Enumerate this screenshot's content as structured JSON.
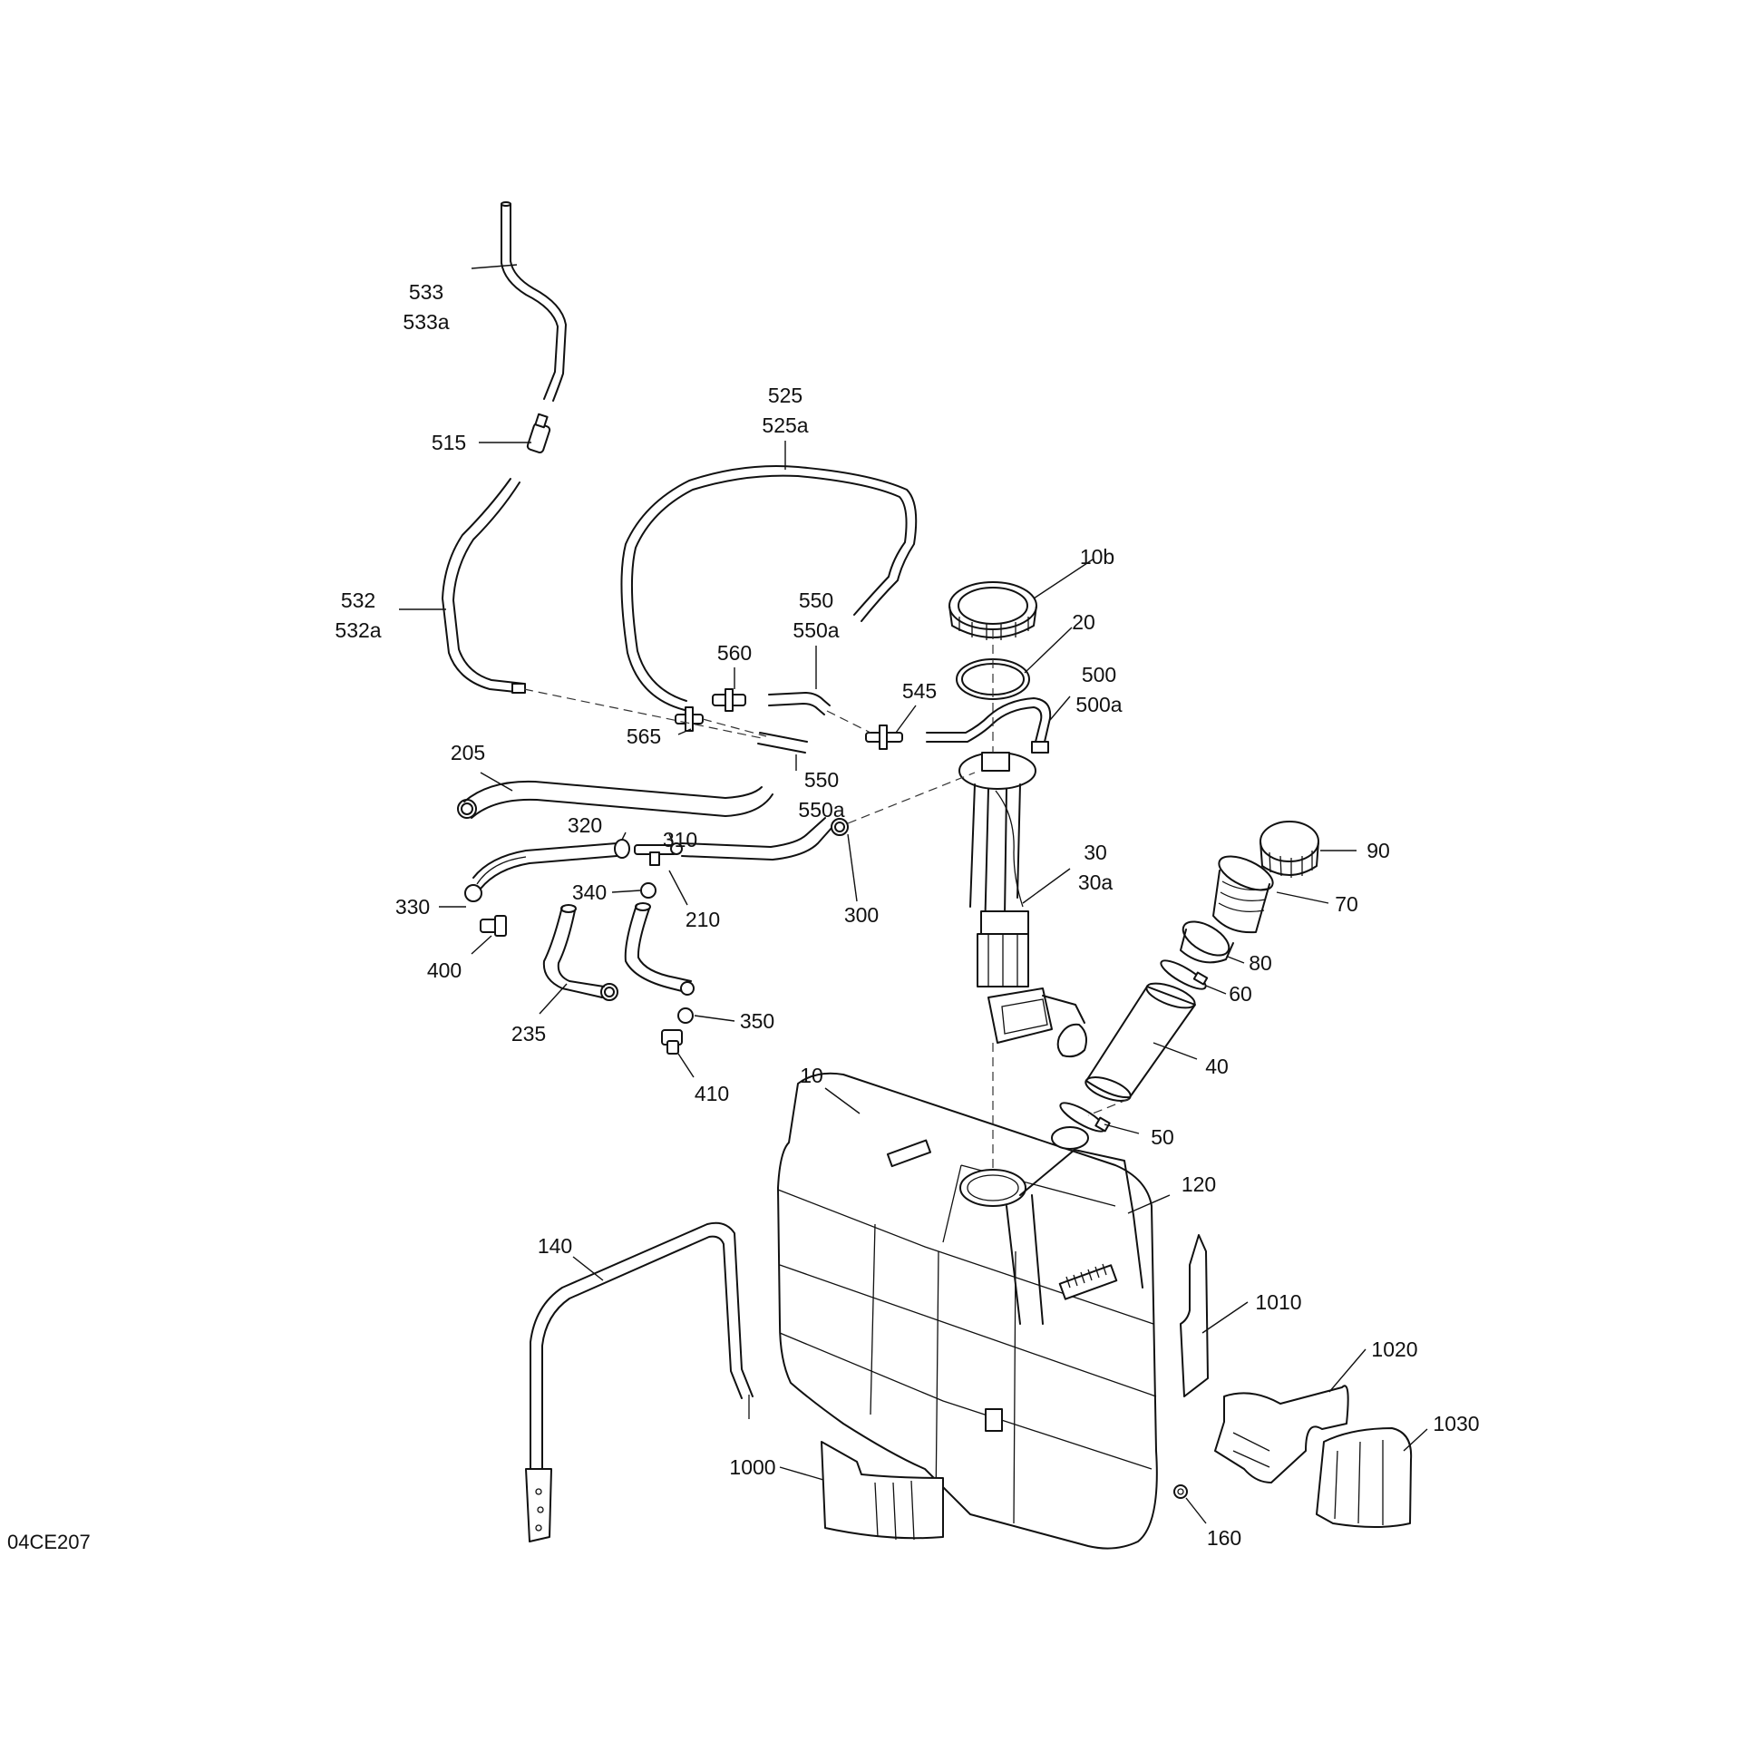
{
  "diagram_code": "04CE207",
  "callouts": {
    "p533": "533",
    "p533a": "533a",
    "p515": "515",
    "p532": "532",
    "p532a": "532a",
    "p525": "525",
    "p525a": "525a",
    "p550_top": "550",
    "p550a_top": "550a",
    "p560": "560",
    "p565": "565",
    "p545": "545",
    "p550_bot": "550",
    "p550a_bot": "550a",
    "p205": "205",
    "p10b": "10b",
    "p20": "20",
    "p500": "500",
    "p500a": "500a",
    "p320": "320",
    "p310": "310",
    "p330": "330",
    "p340": "340",
    "p210": "210",
    "p300": "300",
    "p400": "400",
    "p30": "30",
    "p30a": "30a",
    "p90": "90",
    "p70": "70",
    "p80": "80",
    "p60": "60",
    "p235": "235",
    "p350": "350",
    "p410": "410",
    "p40": "40",
    "p10": "10",
    "p50": "50",
    "p120": "120",
    "p140": "140",
    "p1010": "1010",
    "p1020": "1020",
    "p1030": "1030",
    "p1000": "1000",
    "p160": "160"
  }
}
